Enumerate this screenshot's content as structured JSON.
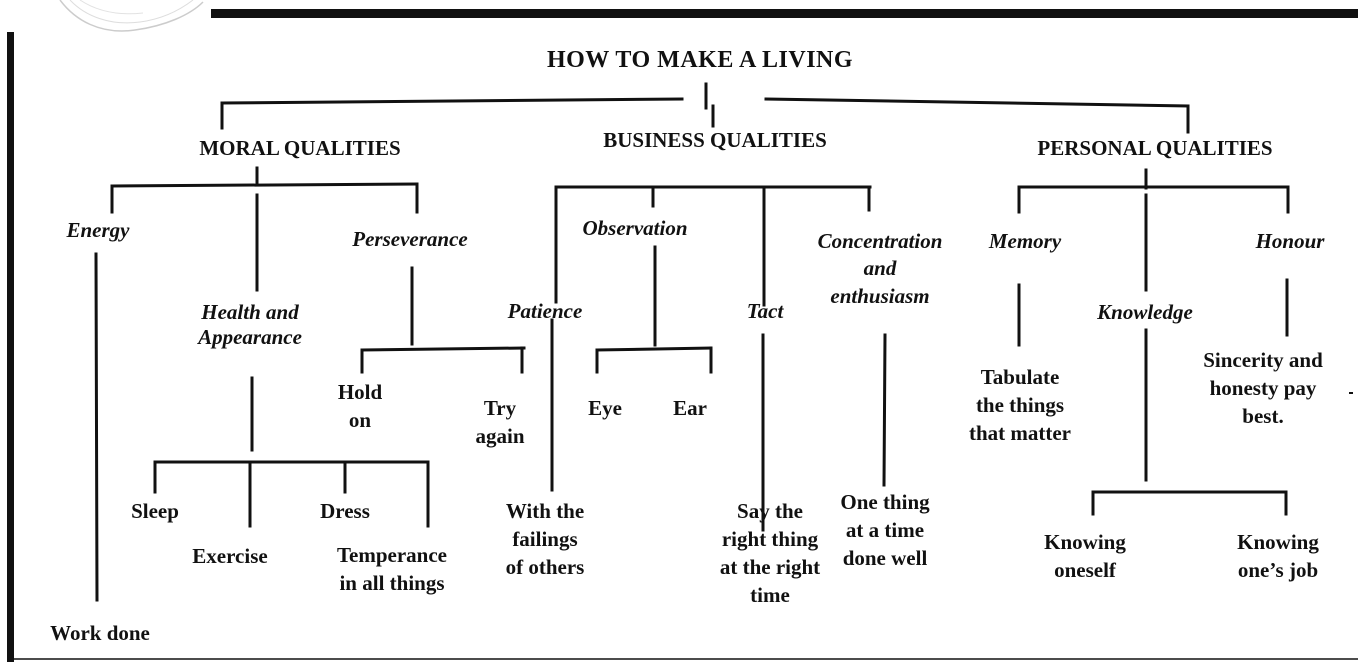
{
  "diagram": {
    "title": "HOW TO MAKE A LIVING",
    "categories": {
      "moral": "MORAL QUALITIES",
      "business": "BUSINESS QUALITIES",
      "personal": "PERSONAL QUALITIES"
    },
    "moral": {
      "energy": "Energy",
      "energy_leaf": "Work done",
      "health_l1": "Health and",
      "health_l2": "Appearance",
      "sleep": "Sleep",
      "exercise": "Exercise",
      "dress": "Dress",
      "temperance_l1": "Temperance",
      "temperance_l2": "in all things",
      "perseverance": "Perseverance",
      "hold_l1": "Hold",
      "hold_l2": "on",
      "try_l1": "Try",
      "try_l2": "again"
    },
    "business": {
      "patience": "Patience",
      "patience_leaf_l1": "With the",
      "patience_leaf_l2": "failings",
      "patience_leaf_l3": "of others",
      "observation": "Observation",
      "eye": "Eye",
      "ear": "Ear",
      "tact": "Tact",
      "tact_leaf_l1": "Say the",
      "tact_leaf_l2": "right thing",
      "tact_leaf_l3": "at the right",
      "tact_leaf_l4": "time",
      "conc_l1": "Concentration",
      "conc_l2": "and",
      "conc_l3": "enthusiasm",
      "conc_leaf_l1": "One thing",
      "conc_leaf_l2": "at a time",
      "conc_leaf_l3": "done well"
    },
    "personal": {
      "memory": "Memory",
      "memory_leaf_l1": "Tabulate",
      "memory_leaf_l2": "the things",
      "memory_leaf_l3": "that matter",
      "knowledge": "Knowledge",
      "self_l1": "Knowing",
      "self_l2": "oneself",
      "job_l1": "Knowing",
      "job_l2": "one’s job",
      "honour": "Honour",
      "honour_leaf_l1": "Sincerity and",
      "honour_leaf_l2": "honesty pay",
      "honour_leaf_l3": "best."
    }
  }
}
